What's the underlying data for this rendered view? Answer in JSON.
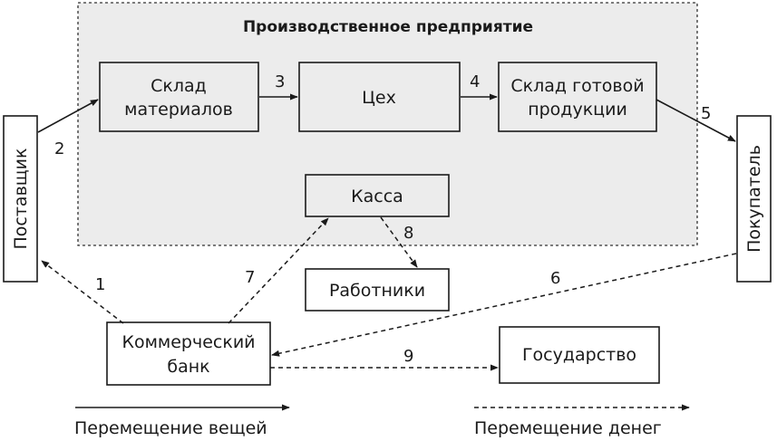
{
  "enterprise": {
    "title": "Производственное предприятие"
  },
  "nodes": {
    "warehouse_materials": {
      "line1": "Склад",
      "line2": "материалов"
    },
    "workshop": {
      "label": "Цех"
    },
    "warehouse_products": {
      "line1": "Склад готовой",
      "line2": "продукции"
    },
    "cashbox": {
      "label": "Касса"
    },
    "workers": {
      "label": "Работники"
    },
    "supplier": {
      "label": "Поставщик"
    },
    "buyer": {
      "label": "Покупатель"
    },
    "bank": {
      "line1": "Коммерческий",
      "line2": "банк"
    },
    "state": {
      "label": "Государство"
    }
  },
  "flows": {
    "f1": "1",
    "f2": "2",
    "f3": "3",
    "f4": "4",
    "f5": "5",
    "f6": "6",
    "f7": "7",
    "f8": "8",
    "f9": "9"
  },
  "legend": {
    "goods": "Перемещение вещей",
    "money": "Перемещение денег"
  }
}
